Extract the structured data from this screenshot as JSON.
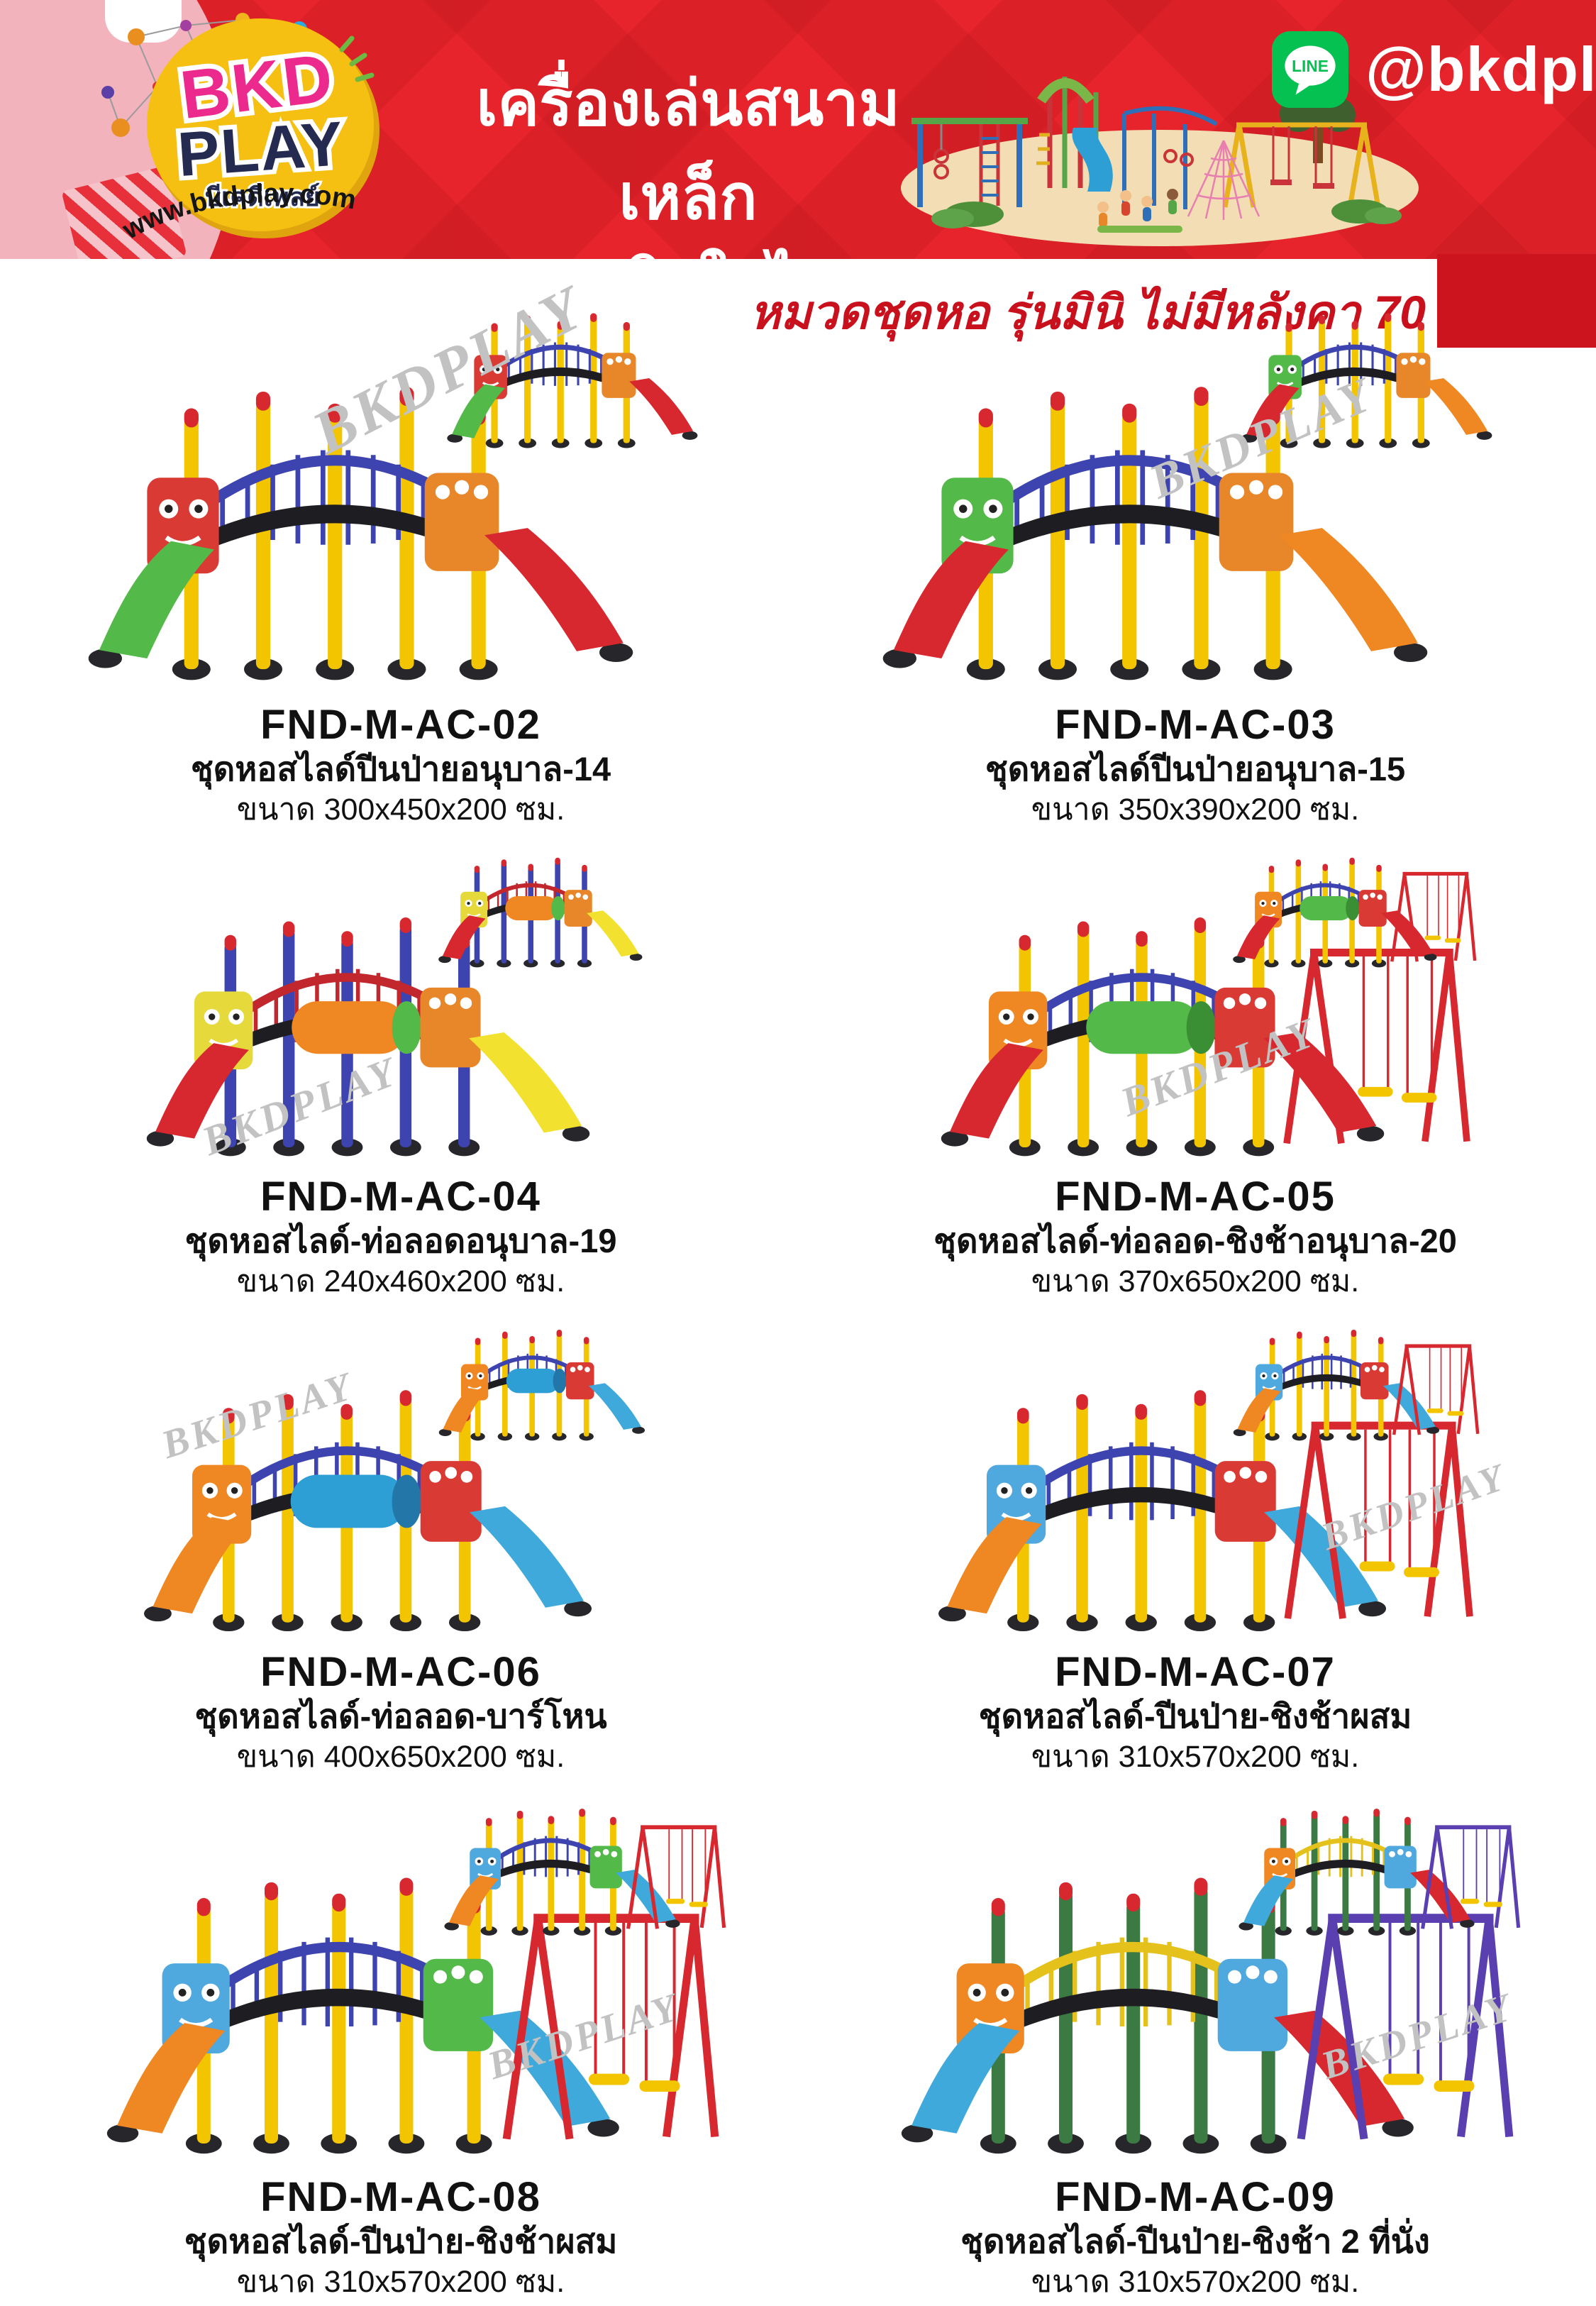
{
  "page": {
    "watermark": "BKDPLAY"
  },
  "header": {
    "logo": {
      "line1": "BKD",
      "line2": "PLAY",
      "line3": "บีเคดีเพลย์",
      "website": "www.bkdplay.com"
    },
    "title_line1": "เครื่องเล่นสนามเหล็ก",
    "title_line2": "ผลิตในไทย",
    "line_badge": {
      "icon_label": "LINE",
      "handle": "@bkdplay"
    }
  },
  "section": {
    "heading": "หมวดชุดหอ รุ่นมินิ ไม่มีหลังคา 70"
  },
  "products": [
    {
      "code": "FND-M-AC-02",
      "name": "ชุดหอสไลด์ปีนป่ายอนุบาล-14",
      "size": "ขนาด 300x450x200 ซม."
    },
    {
      "code": "FND-M-AC-03",
      "name": "ชุดหอสไลด์ปีนป่ายอนุบาล-15",
      "size": "ขนาด 350x390x200 ซม."
    },
    {
      "code": "FND-M-AC-04",
      "name": "ชุดหอสไลด์-ท่อลอดอนุบาล-19",
      "size": "ขนาด 240x460x200 ซม."
    },
    {
      "code": "FND-M-AC-05",
      "name": "ชุดหอสไลด์-ท่อลอด-ชิงช้าอนุบาล-20",
      "size": "ขนาด 370x650x200 ซม."
    },
    {
      "code": "FND-M-AC-06",
      "name": "ชุดหอสไลด์-ท่อลอด-บาร์โหน",
      "size": "ขนาด 400x650x200 ซม."
    },
    {
      "code": "FND-M-AC-07",
      "name": "ชุดหอสไลด์-ปีนป่าย-ชิงช้าผสม",
      "size": "ขนาด 310x570x200 ซม."
    },
    {
      "code": "FND-M-AC-08",
      "name": "ชุดหอสไลด์-ปีนป่าย-ชิงช้าผสม",
      "size": "ขนาด 310x570x200 ซม."
    },
    {
      "code": "FND-M-AC-09",
      "name": "ชุดหอสไลด์-ปีนป่าย-ชิงช้า 2 ที่นั่ง",
      "size": "ขนาด 310x570x200 ซม."
    }
  ],
  "colors": {
    "brand_red": "#e7242b",
    "heading_red": "#c8111d",
    "block_red": "#cc141f",
    "logo_yellow": "#f5c011",
    "logo_pink": "#ec2a8d",
    "logo_navy": "#252b50",
    "line_green": "#05c151",
    "watermark_gray": "#c2c2c2",
    "pink_band": "#f3b3bd",
    "ground_beige": "#f2ddb4",
    "text_black": "#111111"
  }
}
